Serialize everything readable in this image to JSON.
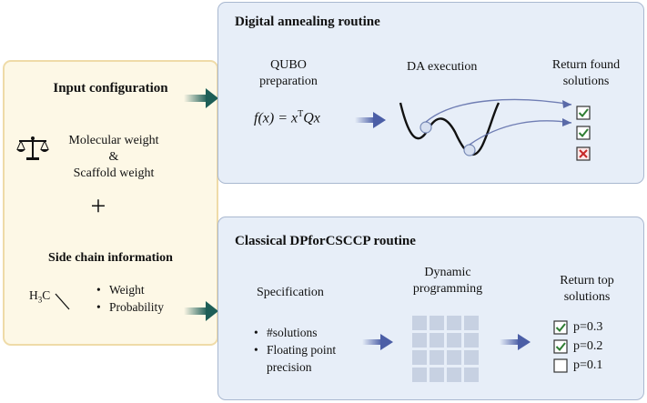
{
  "input_panel": {
    "title": "Input configuration",
    "weight_line1": "Molecular weight",
    "weight_amp": "&",
    "weight_line2": "Scaffold weight",
    "plus": "+",
    "side_chain_title": "Side chain information",
    "methyl_h": "H",
    "methyl_sub": "3",
    "methyl_c": "C",
    "bullets": [
      "Weight",
      "Probability"
    ]
  },
  "da_panel": {
    "title": "Digital annealing routine",
    "qubo_line1": "QUBO",
    "qubo_line2": "preparation",
    "formula_lhs": "f(x) = x",
    "formula_sup": "T",
    "formula_rhs": "Qx",
    "da_exec": "DA execution",
    "return_line1": "Return found",
    "return_line2": "solutions",
    "solutions": [
      "check",
      "check",
      "cross"
    ],
    "colors": {
      "check": "#2e7d32",
      "cross": "#c62828"
    }
  },
  "dp_panel": {
    "title": "Classical DPforCSCCP routine",
    "spec": "Specification",
    "bullets": [
      "#solutions",
      "Floating point",
      "precision"
    ],
    "dyn_line1": "Dynamic",
    "dyn_line2": "programming",
    "return_line1": "Return top",
    "return_line2": "solutions",
    "solutions": [
      {
        "label": "p=0.3",
        "checked": true
      },
      {
        "label": "p=0.2",
        "checked": true
      },
      {
        "label": "p=0.1",
        "checked": false
      }
    ]
  },
  "colors": {
    "arrow_blue": "#4b5ea6",
    "arrow_teal": "#1d5e57",
    "input_bg": "#fdf8e6",
    "panel_bg": "#e7eef8"
  }
}
